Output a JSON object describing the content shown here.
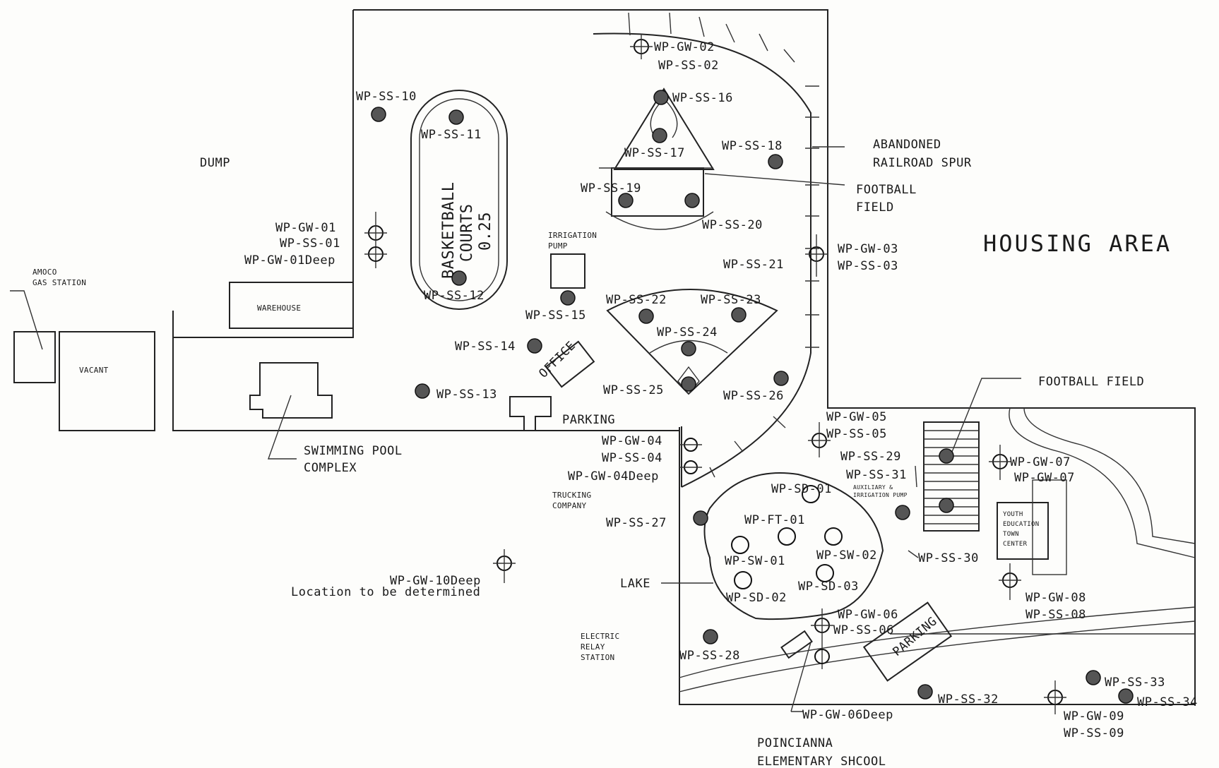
{
  "map": {
    "area_label": "HOUSING AREA",
    "places": {
      "dump": "DUMP",
      "amoco": [
        "AMOCO",
        "GAS STATION"
      ],
      "vacant": "VACANT",
      "warehouse": "WAREHOUSE",
      "pool": [
        "SWIMMING POOL",
        "COMPLEX"
      ],
      "basketball": [
        "BASKETBALL",
        "COURTS",
        "0.25"
      ],
      "irrigation": [
        "IRRIGATION",
        "PUMP"
      ],
      "office": "OFFICE",
      "parking1": "PARKING",
      "railroad": [
        "ABANDONED",
        "RAILROAD SPUR"
      ],
      "football1": [
        "FOOTBALL",
        "FIELD"
      ],
      "football2": "FOOTBALL FIELD",
      "trucking": [
        "TRUCKING",
        "COMPANY"
      ],
      "lake": "LAKE",
      "electric": [
        "ELECTRIC",
        "RELAY",
        "STATION"
      ],
      "youth": [
        "YOUTH",
        "EDUCATION",
        "TOWN",
        "CENTER"
      ],
      "irrigation2": [
        "AUXILIARY &",
        "IRRIGATION PUMP"
      ],
      "parking2": "PARKING",
      "school": [
        "POINCIANNA",
        "ELEMENTARY SHCOOL"
      ],
      "location_note": "Location to be determined"
    },
    "samples": {
      "ss10a": "WP-SS-10",
      "ss11": "WP-SS-11",
      "ss12": "WP-SS-12",
      "ss13": "WP-SS-13",
      "ss14": "WP-SS-14",
      "ss15": "WP-SS-15",
      "ss16": "WP-SS-16",
      "ss17": "WP-SS-17",
      "ss18": "WP-SS-18",
      "ss19": "WP-SS-19",
      "ss20": "WP-SS-20",
      "ss21": "WP-SS-21",
      "ss22": "WP-SS-22",
      "ss23": "WP-SS-23",
      "ss24": "WP-SS-24",
      "ss25": "WP-SS-25",
      "ss26": "WP-SS-26",
      "ss27": "WP-SS-27",
      "ss28": "WP-SS-28",
      "ss29": "WP-SS-29",
      "ss30": "WP-SS-30",
      "ss31": "WP-SS-31",
      "ss32": "WP-SS-32",
      "ss33": "WP-SS-33",
      "ss34": "WP-SS-34",
      "gw01": "WP-GW-01",
      "ss01": "WP-SS-01",
      "gw01d": "WP-GW-01Deep",
      "gw02": "WP-GW-02",
      "ss02": "WP-SS-02",
      "gw03": "WP-GW-03",
      "ss03": "WP-SS-03",
      "gw04": "WP-GW-04",
      "ss04": "WP-SS-04",
      "gw04d": "WP-GW-04Deep",
      "gw05": "WP-GW-05",
      "ss05": "WP-SS-05",
      "gw06": "WP-GW-06",
      "ss06": "WP-SS-06",
      "gw06d": "WP-GW-06Deep",
      "gw07a": "WP-GW-07",
      "gw07b": "WP-GW-07",
      "gw08": "WP-GW-08",
      "ss08": "WP-SS-08",
      "gw09": "WP-GW-09",
      "ss09": "WP-SS-09",
      "gw10d": "WP-GW-10Deep",
      "sd01": "WP-SD-01",
      "ft01": "WP-FT-01",
      "sw01": "WP-SW-01",
      "sw02": "WP-SW-02",
      "sd02": "WP-SD-02",
      "sd03": "WP-SD-03"
    }
  }
}
